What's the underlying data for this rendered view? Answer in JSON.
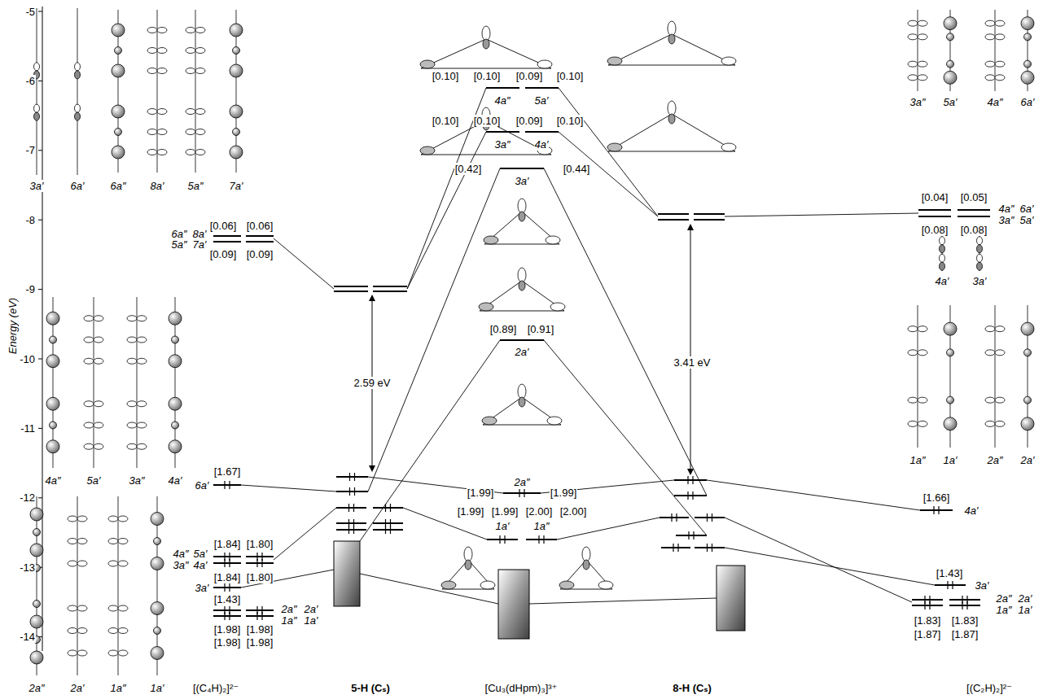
{
  "diagram": {
    "labels": [
      "-5",
      "-6",
      "-7",
      "-8",
      "-9",
      "-10",
      "-11",
      "-12",
      "-13",
      "-14",
      "Energy (eV)",
      "3a′",
      "6a′",
      "6a″",
      "8a′",
      "5a″",
      "7a′",
      "4a″",
      "5a′",
      "3a″",
      "4a′",
      "2a″",
      "2a′",
      "1a″",
      "1a′",
      "[(C₄H)₂]²⁻",
      "5-H (Cₛ)",
      "[Cu₃(dHpm)₃]³⁺",
      "8-H (Cₛ)",
      "[(C₂H)₂]²⁻",
      "[0.06]",
      "[0.06]",
      "6a″",
      "8a′",
      "5a″",
      "7a′",
      "[0.09]",
      "[0.09]",
      "[1.67]",
      "6a′",
      "4a″",
      "5a′",
      "[1.84]",
      "[1.80]",
      "3a″",
      "4a′",
      "[1.84]",
      "[1.80]",
      "3a′",
      "[1.43]",
      "2a″",
      "2a′",
      "1a″",
      "1a′",
      "[1.98]",
      "[1.98]",
      "[1.98]",
      "[1.98]",
      "2.59 eV",
      "[0.10]",
      "[0.10]",
      "[0.09]",
      "[0.10]",
      "4a″",
      "5a′",
      "[0.10]",
      "[0.10]",
      "[0.09]",
      "[0.10]",
      "3a″",
      "4a′",
      "[0.42]",
      "3a′",
      "[0.44]",
      "[0.89]",
      "2a′",
      "[0.91]",
      "[1.99]",
      "2a″",
      "[1.99]",
      "[1.99]",
      "[1.99]",
      "[2.00]",
      "[2.00]",
      "1a′",
      "1a″",
      "3.41 eV",
      "3a″",
      "5a′",
      "4a″",
      "6a′",
      "[0.04]",
      "[0.05]",
      "4a″",
      "6a′",
      "3a″",
      "5a′",
      "[0.08]",
      "[0.08]",
      "4a′",
      "3a′",
      "1a″",
      "1a′",
      "2a″",
      "2a′",
      "[1.66]",
      "4a′",
      "[1.43]",
      "3a′",
      "2a″",
      "2a′",
      "1a″",
      "1a′",
      "[1.83]",
      "[1.83]",
      "[1.87]",
      "[1.87]"
    ]
  }
}
